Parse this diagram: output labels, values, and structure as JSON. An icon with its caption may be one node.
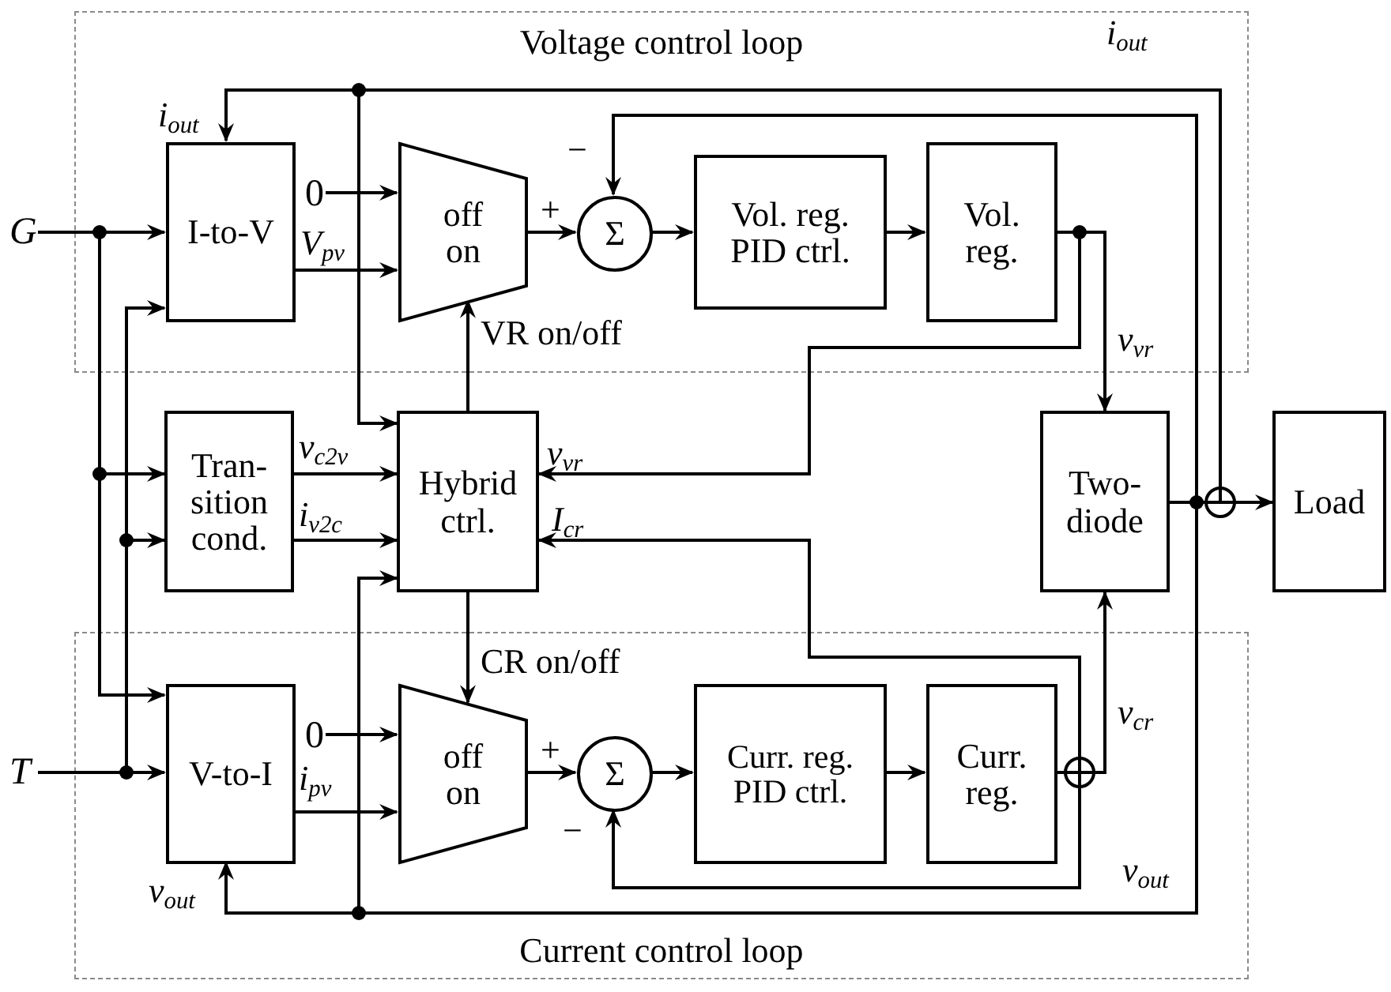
{
  "diagram": {
    "nodes": [
      {
        "text": [
          "Voltage control loop"
        ]
      },
      {
        "text": [
          "I-to-V"
        ],
        "in": 0
      },
      {
        "text": [
          "off on"
        ],
        "in": 0
      },
      {
        "text": [
          "Σ"
        ],
        "in": 0
      },
      {
        "text": [
          "Vol. reg. PID ctrl."
        ],
        "in": 0
      },
      {
        "text": [
          "Vol. reg."
        ],
        "in": 0
      },
      {
        "text": [
          "Tran- sition cond."
        ]
      },
      {
        "text": [
          "Hybrid ctrl."
        ]
      },
      {
        "text": [
          "Two- diode"
        ]
      },
      {
        "text": [
          "Load"
        ]
      },
      {
        "text": [
          "Current control loop"
        ]
      },
      {
        "text": [
          "V-to-I"
        ],
        "in": 10
      },
      {
        "text": [
          "off on"
        ],
        "in": 10
      },
      {
        "text": [
          "Σ"
        ],
        "in": 10
      },
      {
        "text": [
          "Curr. reg. PID ctrl."
        ],
        "in": 10
      },
      {
        "text": [
          "Curr. reg."
        ],
        "in": 10
      },
      {
        "text": [
          "G"
        ]
      },
      {
        "text": [
          "T"
        ]
      },
      {
        "text": [
          "0"
        ],
        "in": 0
      },
      {
        "text": [
          "0"
        ],
        "in": 10
      }
    ],
    "edges": [
      {
        "from": 16,
        "to": 1,
        "arrow": "to"
      },
      {
        "from": 16,
        "to": 6,
        "arrow": "to"
      },
      {
        "from": 16,
        "to": 11,
        "arrow": "to"
      },
      {
        "from": 17,
        "to": 11,
        "arrow": "to"
      },
      {
        "from": 17,
        "to": 6,
        "arrow": "to"
      },
      {
        "from": 17,
        "to": 1,
        "arrow": "to"
      },
      {
        "from": 18,
        "to": 2,
        "arrow": "to"
      },
      {
        "from": 1,
        "to": 2,
        "arrow": "to",
        "label": "V$_{pv}$"
      },
      {
        "from": 2,
        "to": 3,
        "arrow": "to",
        "label": "+"
      },
      {
        "from": 3,
        "to": 4,
        "arrow": "to"
      },
      {
        "from": 4,
        "to": 5,
        "arrow": "to"
      },
      {
        "from": 5,
        "to": 8,
        "arrow": "to",
        "label": "v$_{vr}$"
      },
      {
        "from": 5,
        "to": 7,
        "arrow": "to",
        "label": "v$_{vr}$"
      },
      {
        "from": 8,
        "to": 9,
        "arrow": "to"
      },
      {
        "from": 8,
        "to": 1,
        "arrow": "to",
        "label": "i$_{out}$"
      },
      {
        "from": 8,
        "to": 7,
        "arrow": "to"
      },
      {
        "from": 8,
        "to": 3,
        "arrow": "to",
        "label": "−"
      },
      {
        "from": 8,
        "to": 11,
        "arrow": "to",
        "label": "v$_{out}$"
      },
      {
        "from": 8,
        "to": 7,
        "arrow": "to"
      },
      {
        "from": 6,
        "to": 7,
        "arrow": "to",
        "label": "v$_{c2v}$"
      },
      {
        "from": 6,
        "to": 7,
        "arrow": "to",
        "label": "i$_{v2c}$"
      },
      {
        "from": 7,
        "to": 2,
        "arrow": "to",
        "label": "VR on/off"
      },
      {
        "from": 7,
        "to": 12,
        "arrow": "to",
        "label": "CR on/off"
      },
      {
        "from": 19,
        "to": 12,
        "arrow": "to"
      },
      {
        "from": 11,
        "to": 12,
        "arrow": "to",
        "label": "i$_{pv}$"
      },
      {
        "from": 12,
        "to": 13,
        "arrow": "to",
        "label": "+"
      },
      {
        "from": 13,
        "to": 14,
        "arrow": "to"
      },
      {
        "from": 14,
        "to": 15,
        "arrow": "to"
      },
      {
        "from": 15,
        "to": 8,
        "arrow": "to",
        "label": "v$_{cr}$"
      },
      {
        "from": 15,
        "to": 7,
        "arrow": "to",
        "label": "I$_{cr}$"
      },
      {
        "from": 15,
        "to": 13,
        "arrow": "to",
        "label": "−"
      }
    ],
    "labels": [
      "i$_{out}$",
      "v$_{out}$"
    ]
  }
}
